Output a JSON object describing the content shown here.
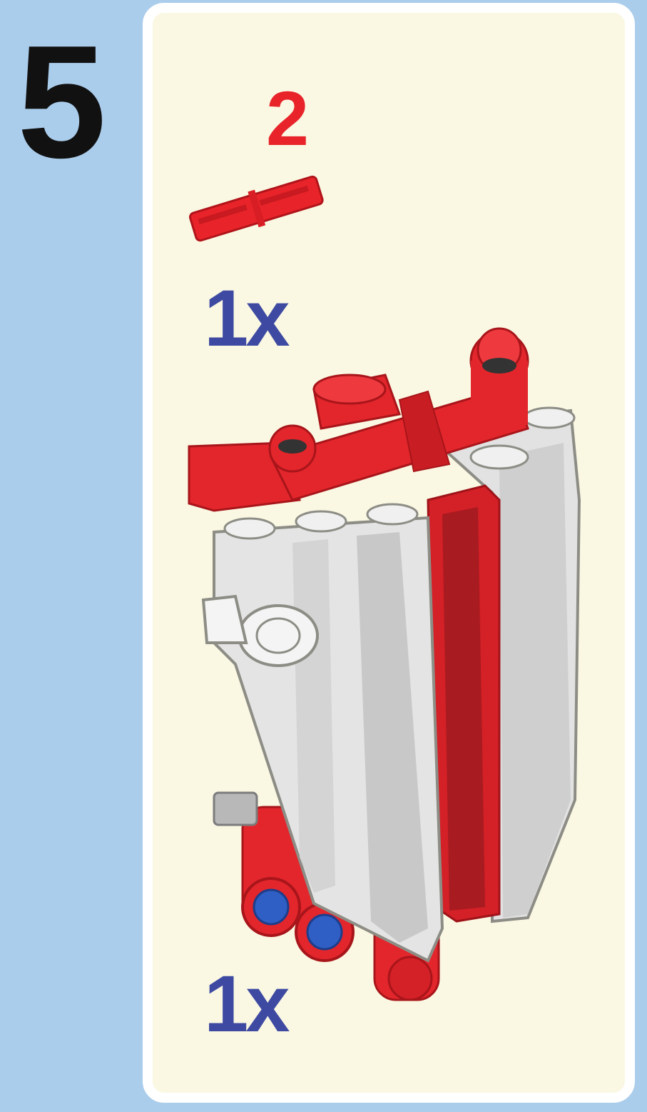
{
  "step": {
    "number": "5"
  },
  "parts_callout": {
    "axle_length": "2",
    "axle_quantity": "1x"
  },
  "assembly": {
    "quantity": "1x"
  },
  "colors": {
    "background": "#abcdec",
    "panel": "#faf8e3",
    "panel_border": "#ffffff",
    "step_number": "#111111",
    "part_red": "#e8242a",
    "quantity_blue": "#3e4aa2",
    "shell_grey": "#d9d9d9",
    "pin_blue": "#2f5fc4"
  }
}
